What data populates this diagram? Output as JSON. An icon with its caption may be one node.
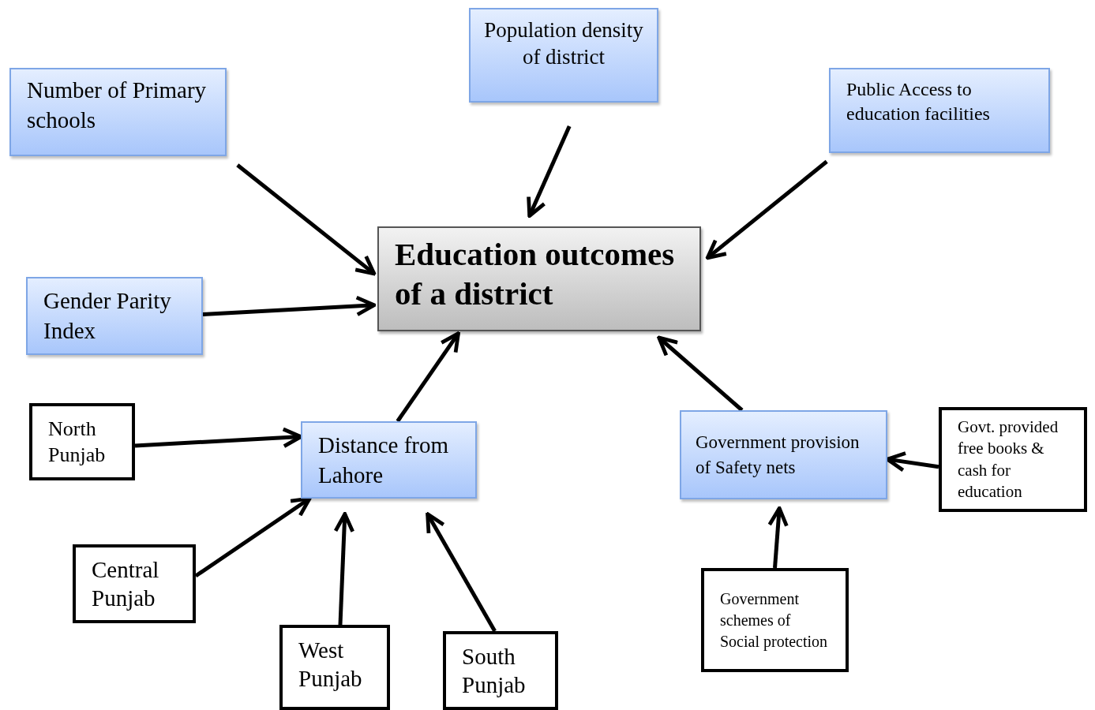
{
  "diagram": {
    "nodes": [
      {
        "text": [
          "Number of Primary schools"
        ]
      },
      {
        "text": [
          "Population density of district"
        ]
      },
      {
        "text": [
          "Public Access to education facilities"
        ]
      },
      {
        "text": [
          "Education outcomes of a district"
        ]
      },
      {
        "text": [
          "Gender Parity Index"
        ]
      },
      {
        "text": [
          "North Punjab"
        ]
      },
      {
        "text": [
          "Distance from Lahore"
        ]
      },
      {
        "text": [
          "Government provision of Safety nets"
        ]
      },
      {
        "text": [
          "Govt. provided free books & cash for education"
        ]
      },
      {
        "text": [
          "Central Punjab"
        ]
      },
      {
        "text": [
          "Government schemes of Social protection"
        ]
      },
      {
        "text": [
          "West Punjab"
        ]
      },
      {
        "text": [
          "South Punjab"
        ]
      }
    ],
    "edges": [
      {
        "from": 0,
        "to": 3,
        "arrow": "to"
      },
      {
        "from": 1,
        "to": 3,
        "arrow": "to"
      },
      {
        "from": 2,
        "to": 3,
        "arrow": "to"
      },
      {
        "from": 4,
        "to": 3,
        "arrow": "to"
      },
      {
        "from": 6,
        "to": 3,
        "arrow": "to"
      },
      {
        "from": 7,
        "to": 3,
        "arrow": "to"
      },
      {
        "from": 5,
        "to": 6,
        "arrow": "to"
      },
      {
        "from": 9,
        "to": 6,
        "arrow": "to"
      },
      {
        "from": 11,
        "to": 6,
        "arrow": "to"
      },
      {
        "from": 12,
        "to": 6,
        "arrow": "to"
      },
      {
        "from": 8,
        "to": 7,
        "arrow": "to"
      },
      {
        "from": 10,
        "to": 7,
        "arrow": "to"
      }
    ]
  }
}
